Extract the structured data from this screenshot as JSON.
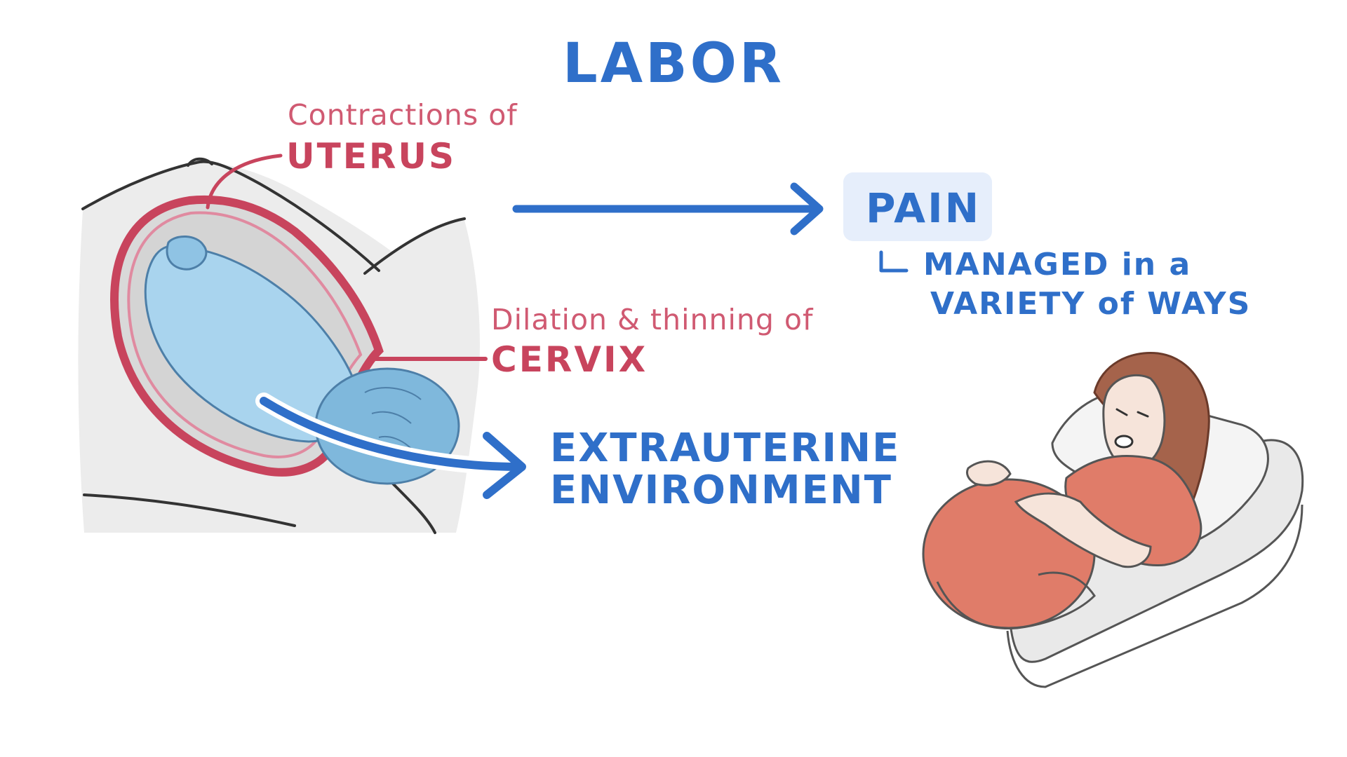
{
  "title": "LABOR",
  "labels": {
    "uterus_caption": "Contractions of",
    "uterus": "UTERUS",
    "cervix_caption": "Dilation & thinning of",
    "cervix": "CERVIX",
    "extrauterine_line1": "EXTRAUTERINE",
    "extrauterine_line2": "ENVIRONMENT",
    "pain": "PAIN",
    "managed_line1": "MANAGED in a",
    "managed_line2": "VARIETY of WAYS"
  },
  "colors": {
    "blue": "#2f6fc9",
    "pink": "#c8445d",
    "pink_light": "#d05a72",
    "pain_bg": "#e6eefb",
    "outline": "#333333",
    "fetus": "#a9d4ee",
    "belly": "#e07c69",
    "hair": "#a5634b",
    "bed": "#e9e9e9"
  },
  "icons": {
    "arrow_to_pain": "arrow-right-icon",
    "curved_arrow": "curved-arrow-icon",
    "connector": "elbow-connector-icon"
  }
}
